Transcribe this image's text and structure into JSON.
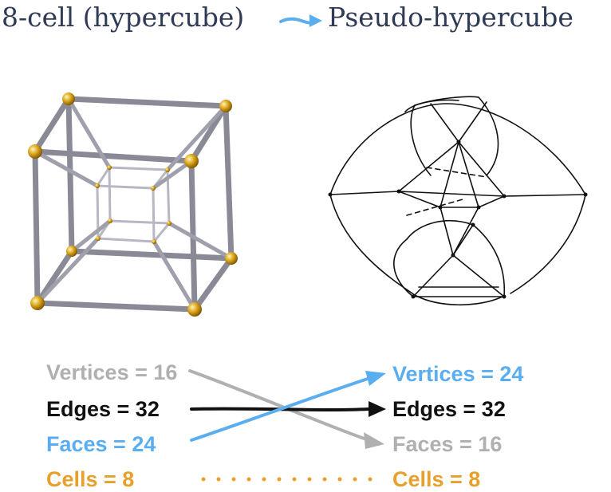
{
  "title": {
    "left": "8-cell (hypercube)",
    "right": "Pseudo-hypercube",
    "color": "#2f3a55",
    "arrow_color": "#5aaef0"
  },
  "left_stats": {
    "vertices": "Vertices = 16",
    "edges": "Edges = 32",
    "faces": "Faces = 24",
    "cells": "Cells = 8"
  },
  "right_stats": {
    "vertices": "Vertices = 24",
    "edges": "Edges = 32",
    "faces": "Faces = 16",
    "cells": "Cells = 8"
  },
  "colors": {
    "vertices_left": "#b0b0b0",
    "edges": "#111111",
    "faces_left": "#5aaef0",
    "cells": "#e8a02c"
  }
}
